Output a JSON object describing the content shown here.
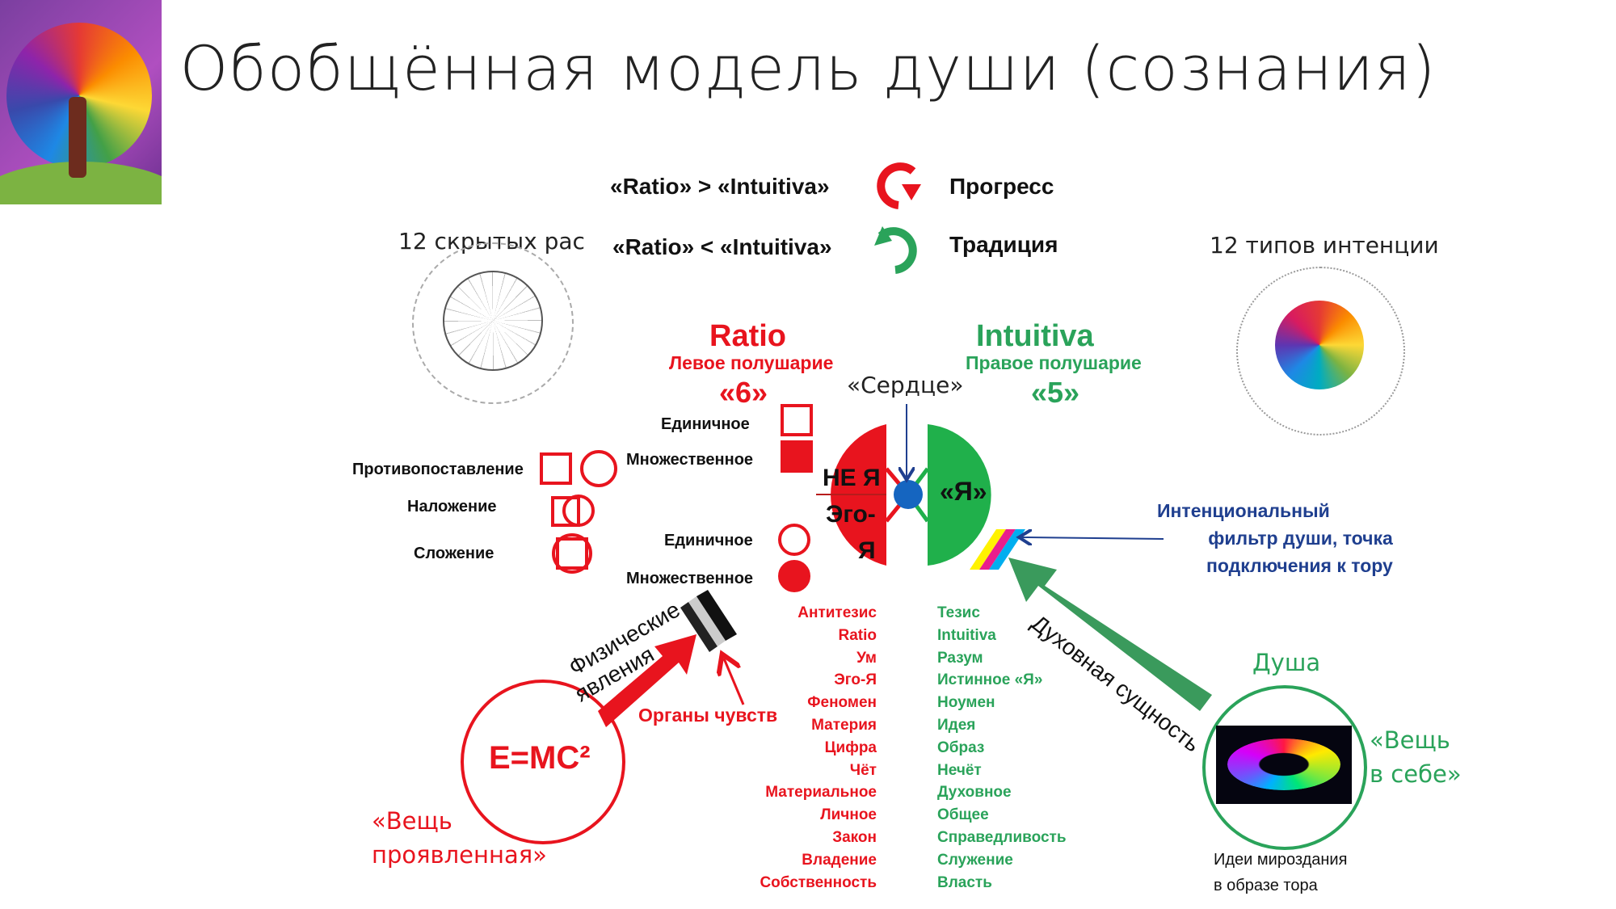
{
  "title": "Обобщённая модель души (сознания)",
  "top_legend": {
    "row1_formula": "«Ratio» > «Intuitiva»",
    "row1_result": "Прогресс",
    "row2_formula": "«Ratio» < «Intuitiva»",
    "row2_result": "Традиция"
  },
  "left_wheel": {
    "label": "12 скрытых рас"
  },
  "right_wheel": {
    "label": "12 типов интенции"
  },
  "ratio": {
    "name": "Ratio",
    "hemisphere": "Левое полушарие",
    "number": "«6»"
  },
  "intuitiva": {
    "name": "Intuitiva",
    "hemisphere": "Правое полушарие",
    "number": "«5»"
  },
  "heart_label": "«Сердце»",
  "left_half": {
    "line1": "НЕ Я",
    "line2": "Эго-",
    "line3": "Я"
  },
  "right_half": {
    "text": "«Я»"
  },
  "shapes": {
    "single_top": "Единичное",
    "multiple_top": "Множественное",
    "opposition": "Противопоставление",
    "overlay": "Наложение",
    "addition": "Сложение",
    "single_bottom": "Единичное",
    "multiple_bottom": "Множественное"
  },
  "filter_label": [
    "Интенциональный",
    "фильтр души, точка",
    "подключения к тору"
  ],
  "spiritual_essence": "Духовная сущность",
  "physical_phenomena": [
    "Физические",
    "явления"
  ],
  "sense_organs": "Органы чувств",
  "emc": "E=MC²",
  "thing_manifested": [
    "«Вещь",
    "проявленная»"
  ],
  "soul": "Душа",
  "thing_in_itself": [
    "«Вещь",
    "в себе»"
  ],
  "torus_caption": [
    "Идеи мироздания",
    "в образе тора"
  ],
  "left_column": [
    "Антитезис",
    "Ratio",
    "Ум",
    "Эго-Я",
    "Феномен",
    "Материя",
    "Цифра",
    "Чёт",
    "Материальное",
    "Личное",
    "Закон",
    "Владение",
    "Собственность"
  ],
  "right_column": [
    "Тезис",
    "Intuitiva",
    "Разум",
    "Истинное  «Я»",
    "Ноумен",
    "Идея",
    "Образ",
    "Нечёт",
    "Духовное",
    "Общее",
    "Справедливость",
    "Служение",
    "Власть"
  ],
  "colors": {
    "red": "#e8141e",
    "green": "#2aa35a",
    "navy": "#1f3f8f",
    "blue": "#1565c0"
  }
}
